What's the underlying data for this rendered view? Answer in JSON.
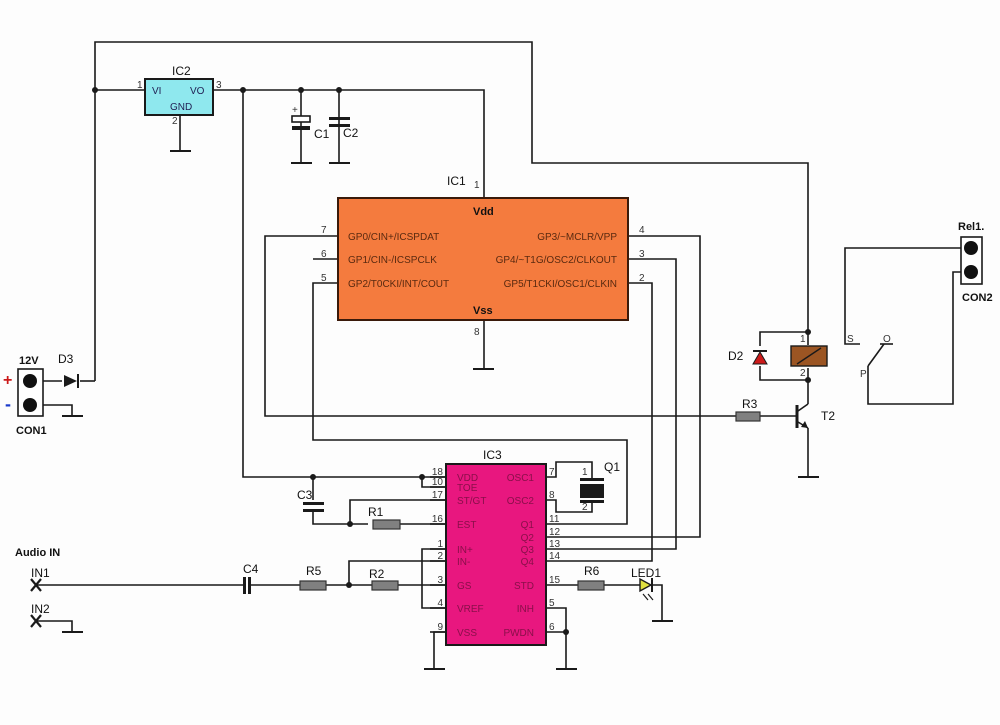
{
  "schematic": {
    "ic1": {
      "ref": "IC1",
      "top_label": "Vdd",
      "bottom_label": "Vss",
      "color": "#f47b3e",
      "pins_left": [
        {
          "num": "7",
          "name": "GP0/CIN+/ICSPDAT"
        },
        {
          "num": "6",
          "name": "GP1/CIN-/ICSPCLK"
        },
        {
          "num": "5",
          "name": "GP2/T0CKI/INT/COUT"
        }
      ],
      "pins_right": [
        {
          "num": "4",
          "name": "GP3/~MCLR/VPP"
        },
        {
          "num": "3",
          "name": "GP4/~T1G/OSC2/CLKOUT"
        },
        {
          "num": "2",
          "name": "GP5/T1CKI/OSC1/CLKIN"
        }
      ],
      "pin_top": "1",
      "pin_bottom": "8"
    },
    "ic2": {
      "ref": "IC2",
      "vi": "VI",
      "vo": "VO",
      "gnd": "GND",
      "pin_in": "1",
      "pin_out": "3",
      "pin_gnd": "2",
      "color": "#8fe8ee"
    },
    "ic3": {
      "ref": "IC3",
      "color": "#e8177f",
      "pins_left": [
        {
          "num": "18",
          "name": "VDD"
        },
        {
          "num": "10",
          "name": "TOE"
        },
        {
          "num": "17",
          "name": "ST/GT"
        },
        {
          "num": "16",
          "name": "EST"
        },
        {
          "num": "1",
          "name": "IN+"
        },
        {
          "num": "2",
          "name": "IN-"
        },
        {
          "num": "3",
          "name": "GS"
        },
        {
          "num": "4",
          "name": "VREF"
        },
        {
          "num": "9",
          "name": "VSS"
        }
      ],
      "pins_right": [
        {
          "num": "7",
          "name": "OSC1"
        },
        {
          "num": "8",
          "name": "OSC2"
        },
        {
          "num": "11",
          "name": "Q1"
        },
        {
          "num": "12",
          "name": "Q2"
        },
        {
          "num": "13",
          "name": "Q3"
        },
        {
          "num": "14",
          "name": "Q4"
        },
        {
          "num": "15",
          "name": "STD"
        },
        {
          "num": "5",
          "name": "INH"
        },
        {
          "num": "6",
          "name": "PWDN"
        }
      ]
    },
    "components": {
      "c1": "C1",
      "c1_plus": "+",
      "c2": "C2",
      "c3": "C3",
      "c4": "C4",
      "r1": "R1",
      "r2": "R2",
      "r3": "R3",
      "r5": "R5",
      "r6": "R6",
      "d2": "D2",
      "d3": "D3",
      "t2": "T2",
      "q1": "Q1",
      "q1_pin1": "1",
      "q1_pin2": "2",
      "led1": "LED1",
      "relay_pin1": "1",
      "relay_pin2": "2",
      "switch_s": "S",
      "switch_o": "O",
      "switch_p": "P"
    },
    "connectors": {
      "con1": "CON1",
      "con1_voltage": "12V",
      "con1_plus": "+",
      "con1_minus": "-",
      "con2": "CON2",
      "con2_title": "Rel1.",
      "audio_title": "Audio IN",
      "in1": "IN1",
      "in2": "IN2"
    },
    "colors": {
      "wire": "#1a1a1a",
      "resistor": "#808080",
      "relay": "#9b5523",
      "diode_d2": "#cc1a1a",
      "led": "#e0e040",
      "plus": "#cc1a1a",
      "minus": "#1a3acc"
    }
  }
}
